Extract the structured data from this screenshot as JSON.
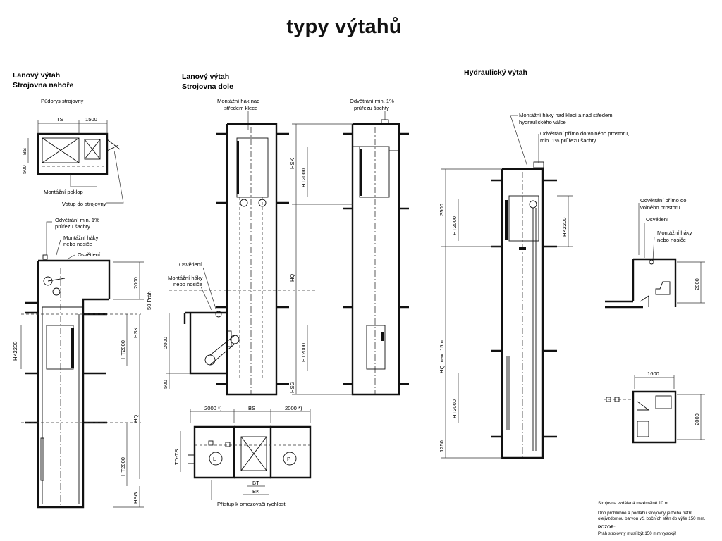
{
  "title": "typy výtahů",
  "panels": {
    "rope_top": {
      "heading_line1": "Lanový výtah",
      "heading_line2": "Strojovna nahoře",
      "plan_title": "Půdorys strojovny",
      "dims": {
        "ts": "TS",
        "d1500": "1500",
        "bs": "BS",
        "d500": "500",
        "d2000": "2000",
        "p50": "50 Práh",
        "hk2200": "HK2200",
        "ht2000a": "HT2000",
        "hsk": "HSK",
        "hq": "HQ",
        "ht2000b": "HT2000",
        "hsg": "HSG"
      },
      "labels": {
        "hatch": "Montážní poklop",
        "access": "Vstup do strojovny",
        "vent1": "Odvětrání min. 1%",
        "vent2": "průřezu šachty",
        "hooks1": "Montážní háky",
        "hooks2": "nebo nosiče",
        "light": "Osvětlení"
      }
    },
    "rope_bottom": {
      "heading_line1": "Lanový výtah",
      "heading_line2": "Strojovna dole",
      "labels": {
        "hook1": "Montážní hák nad",
        "hook2": "středem klece",
        "vent1": "Odvětrání min. 1%",
        "vent2": "průřezu šachty",
        "light": "Osvětlení",
        "hooks1": "Montážní háky",
        "hooks2": "nebo nosiče",
        "access": "Přístup k omezovači rychlosti"
      },
      "dims": {
        "hsk": "HSK",
        "ht2000a": "HT2000",
        "hq": "HQ",
        "ht2000b": "HT2000",
        "hsg": "HSG",
        "d2000": "2000",
        "d500": "500",
        "plan_left": "2000 *)",
        "plan_bs": "BS",
        "plan_right": "2000 *)",
        "tdts": "TD-TS",
        "bt": "BT",
        "bk": "BK",
        "mark_l": "L",
        "mark_p": "P"
      }
    },
    "hydraulic": {
      "heading": "Hydraulický výtah",
      "labels": {
        "hooks1": "Montážní háky nad klecí a nad středem",
        "hooks2": "hydraulického válce",
        "vent1": "Odvětrání přímo do volného prostoru,",
        "vent2": "min. 1% průřezu šachty",
        "vent3": "Odvětrání přímo do",
        "vent4": "volného prostoru.",
        "light": "Osvětlení",
        "hooks3": "Montážní háky",
        "hooks4": "nebo nosiče"
      },
      "dims": {
        "d3500": "3500",
        "ht2000a": "HT2000",
        "hk2200": "HK2200",
        "hq": "HQ max. 15m",
        "ht2000b": "HT2000",
        "d1250": "1250",
        "d2000a": "2000",
        "d1600": "1600",
        "d2000b": "2000"
      },
      "notes": {
        "n1": "Strojovna vzdálená maximálně 10 m",
        "n2": "Dno prohlubně a podlahu strojovny je třeba natřít",
        "n3": "olejivzdornou barvou vč. bočních stěn do výše 150 mm.",
        "n4": "POZOR:",
        "n5": "Práh strojovny musí být 150 mm vysoký!"
      }
    }
  }
}
